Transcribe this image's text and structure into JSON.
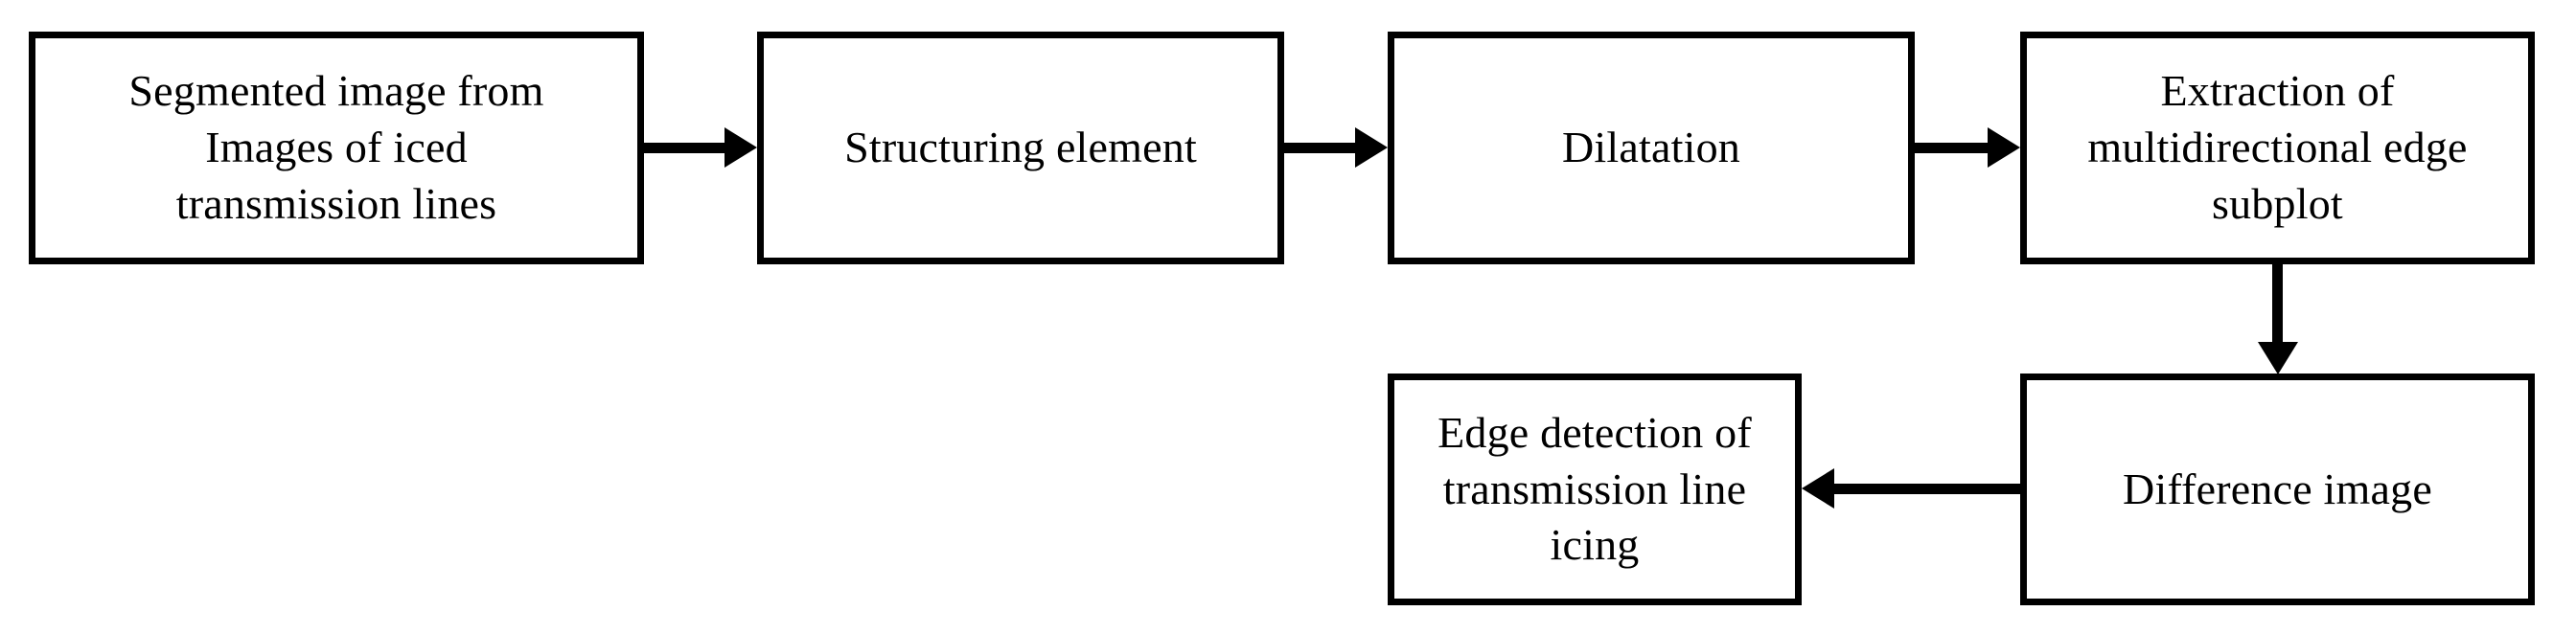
{
  "diagram": {
    "type": "flowchart",
    "orientation": "left-to-right, wrapping to second row",
    "background_color": "#ffffff",
    "line_color": "#000000",
    "text_color": "#000000",
    "nodes": [
      {
        "id": "segmented-image",
        "label": "Segmented image from\nImages of iced\ntransmission lines",
        "shape": "rectangle",
        "row": 1,
        "order": 1
      },
      {
        "id": "structuring-element",
        "label": "Structuring element",
        "shape": "rectangle",
        "row": 1,
        "order": 2
      },
      {
        "id": "dilatation",
        "label": "Dilatation",
        "shape": "rectangle",
        "row": 1,
        "order": 3
      },
      {
        "id": "extraction-multidirectional-edge-subplot",
        "label": "Extraction of\nmultidirectional edge\nsubplot",
        "shape": "rectangle",
        "row": 1,
        "order": 4
      },
      {
        "id": "difference-image",
        "label": "Difference image",
        "shape": "rectangle",
        "row": 2,
        "order": 5
      },
      {
        "id": "edge-detection-icing",
        "label": "Edge detection of\ntransmission line\nicing",
        "shape": "rectangle",
        "row": 2,
        "order": 6
      }
    ],
    "edges": [
      {
        "from": "segmented-image",
        "to": "structuring-element",
        "direction": "right"
      },
      {
        "from": "structuring-element",
        "to": "dilatation",
        "direction": "right"
      },
      {
        "from": "dilatation",
        "to": "extraction-multidirectional-edge-subplot",
        "direction": "right"
      },
      {
        "from": "extraction-multidirectional-edge-subplot",
        "to": "difference-image",
        "direction": "down"
      },
      {
        "from": "difference-image",
        "to": "edge-detection-icing",
        "direction": "left"
      }
    ]
  }
}
